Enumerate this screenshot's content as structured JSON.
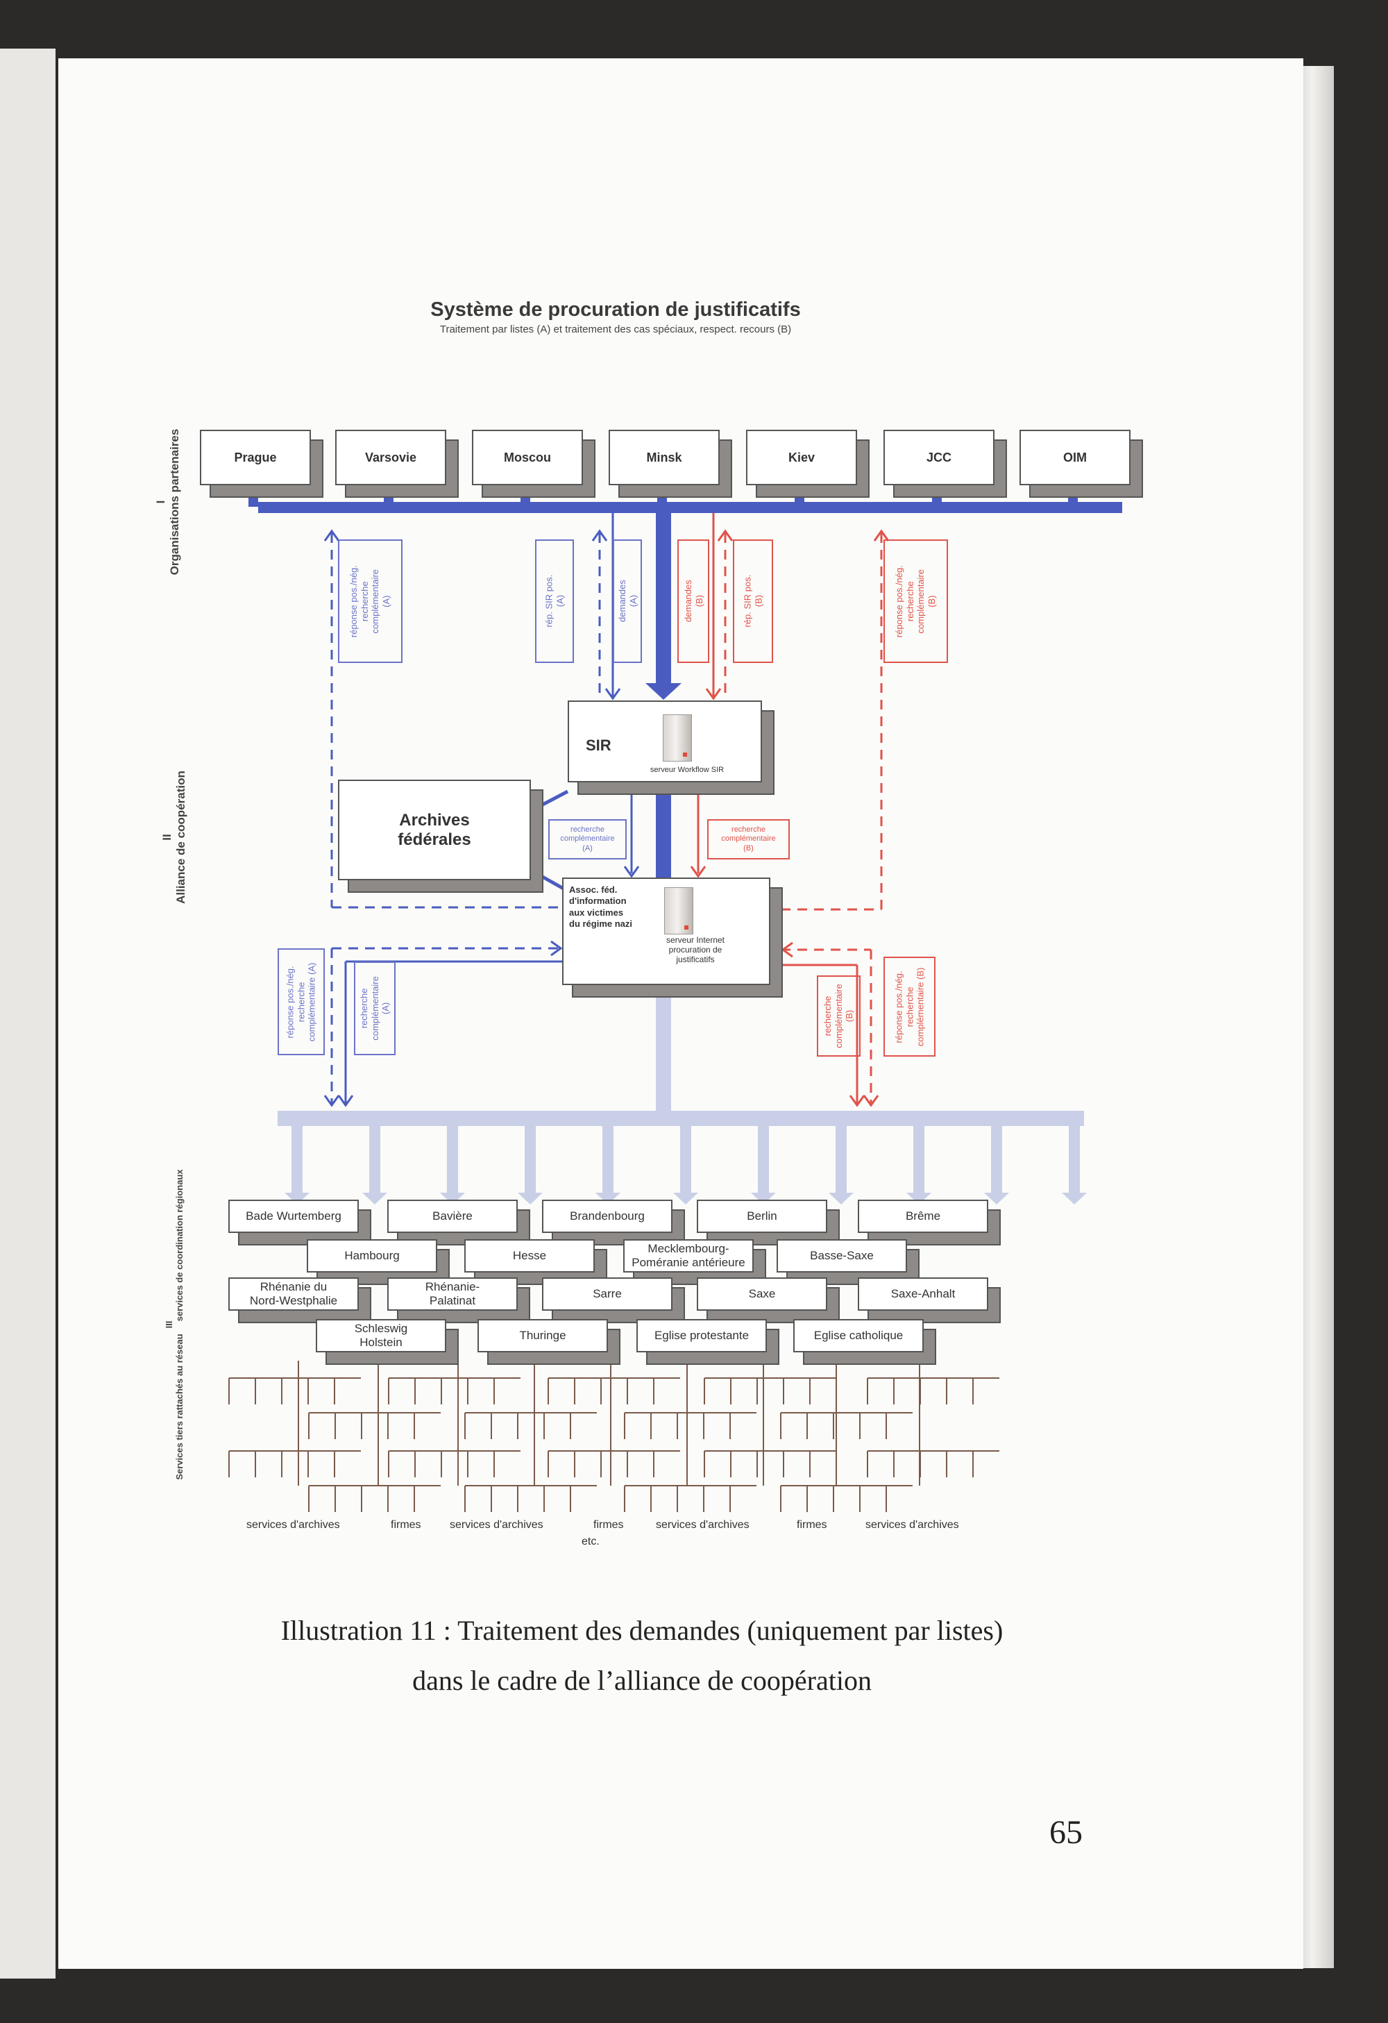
{
  "diagram": {
    "title": "Système de procuration de justificatifs",
    "subtitle": "Traitement par listes (A) et traitement des cas spéciaux, respect. recours (B)",
    "colors": {
      "list_flow": "#4a5cc0",
      "special_flow": "#e0534a",
      "regional_flow": "#c9cfe6",
      "tree": "#7a5a4a"
    },
    "side_labels": [
      {
        "numeral": "I",
        "text": "Organisations partenaires"
      },
      {
        "numeral": "II",
        "text": "Alliance de coopération"
      },
      {
        "numeral": "III",
        "text": "Services tiers rattachés au réseau     services de coordination régionaux"
      }
    ],
    "partners": [
      "Prague",
      "Varsovie",
      "Moscou",
      "Minsk",
      "Kiev",
      "JCC",
      "OIM"
    ],
    "flow_labels_upper": [
      "réponse pos./nég.\nrecherche\ncomplémentaire\n(A)",
      "rép. SIR pos.\n(A)",
      "demandes\n(A)",
      "demandes\n(B)",
      "rép. SIR pos.\n(B)",
      "réponse pos./nég.\nrecherche\ncomplémentaire\n(B)"
    ],
    "sir": {
      "label": "SIR",
      "server": "serveur Workflow SIR"
    },
    "archives": "Archives\nfédérales",
    "flow_labels_middle": [
      "recherche\ncomplémentaire\n(A)",
      "recherche\ncomplémentaire\n(B)"
    ],
    "assoc": {
      "label": "Assoc. féd.\nd'information\naux victimes\ndu régime nazi",
      "server": "serveur Internet\nprocuration de\njustificatifs"
    },
    "flow_labels_lower": [
      "réponse pos./nég.\nrecherche\ncomplémentaire (A)",
      "recherche\ncomplémentaire\n(A)",
      "recherche\ncomplémentaire\n(B)",
      "réponse pos./nég.\nrecherche\ncomplémentaire (B)"
    ],
    "regions": [
      [
        "Bade Wurtemberg",
        "Bavière",
        "Brandenbourg",
        "Berlin",
        "Brême"
      ],
      [
        "Hambourg",
        "Hesse",
        "Mecklembourg-\nPoméranie antérieure",
        "Basse-Saxe"
      ],
      [
        "Rhénanie du\nNord-Westphalie",
        "Rhénanie-\nPalatinat",
        "Sarre",
        "Saxe",
        "Saxe-Anhalt"
      ],
      [
        "Schleswig\nHolstein",
        "Thuringe",
        "Eglise protestante",
        "Eglise catholique"
      ]
    ],
    "tree_labels": [
      "services d'archives",
      "firmes",
      "services d'archives",
      "firmes",
      "services d'archives",
      "firmes",
      "services d'archives"
    ],
    "tree_etc": "etc."
  },
  "caption": {
    "line1": "Illustration 11 : Traitement des demandes (uniquement par listes)",
    "line2": "dans le cadre de l’alliance de coopération"
  },
  "page_number": "65"
}
